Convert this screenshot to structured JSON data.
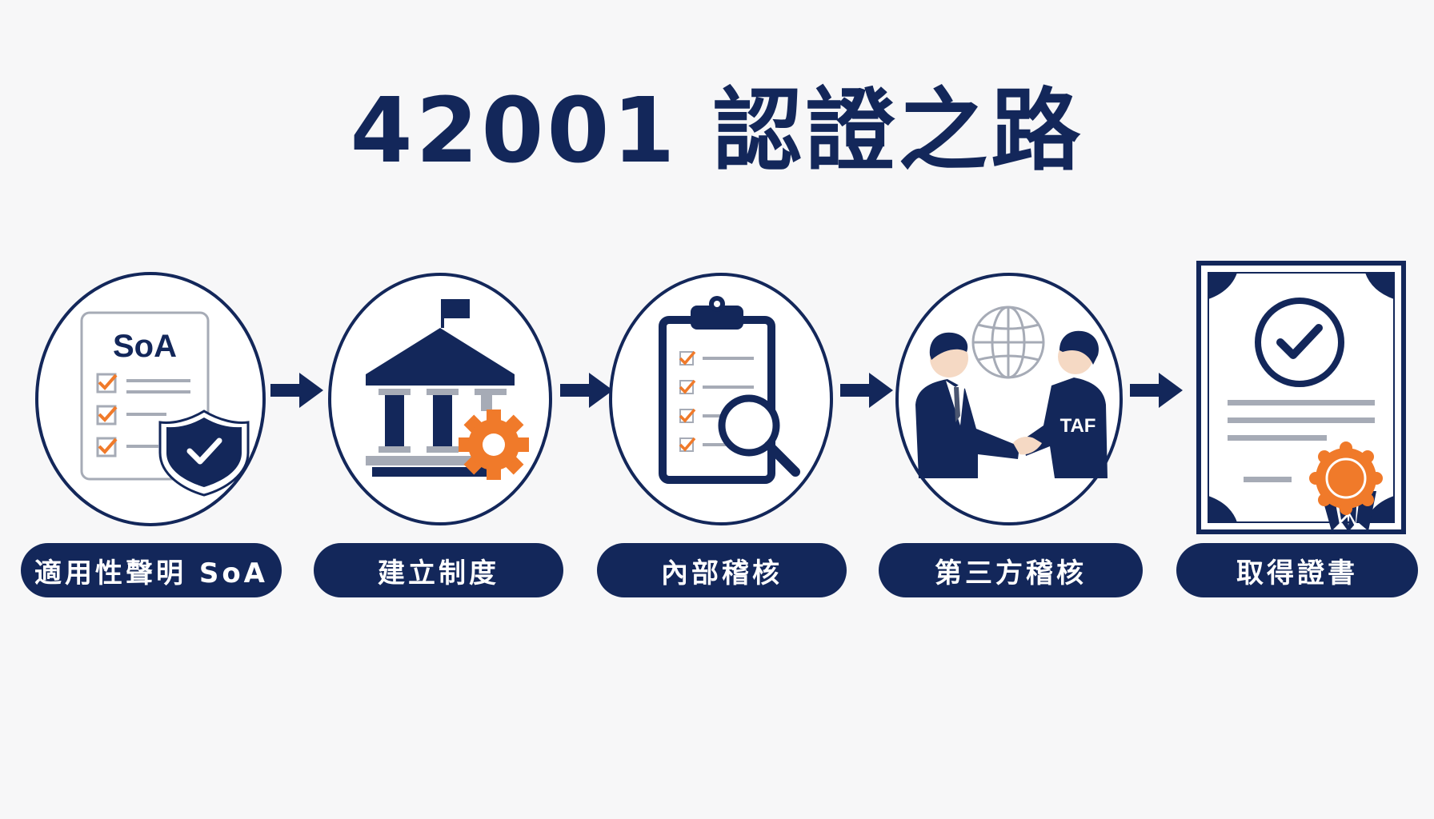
{
  "title": "42001 認證之路",
  "colors": {
    "navy": "#13275a",
    "orange": "#f07a2a",
    "gray": "#a6abb6",
    "background": "#f7f7f8"
  },
  "steps": [
    {
      "label": "適用性聲明 SoA",
      "icon_text": "SoA",
      "icon": "soa-document-shield-icon"
    },
    {
      "label": "建立制度",
      "icon": "institution-gear-icon"
    },
    {
      "label": "內部稽核",
      "icon": "clipboard-magnifier-icon"
    },
    {
      "label": "第三方稽核",
      "icon_text": "TAF",
      "icon": "handshake-globe-icon"
    },
    {
      "label": "取得證書",
      "icon": "certificate-ribbon-icon"
    }
  ]
}
